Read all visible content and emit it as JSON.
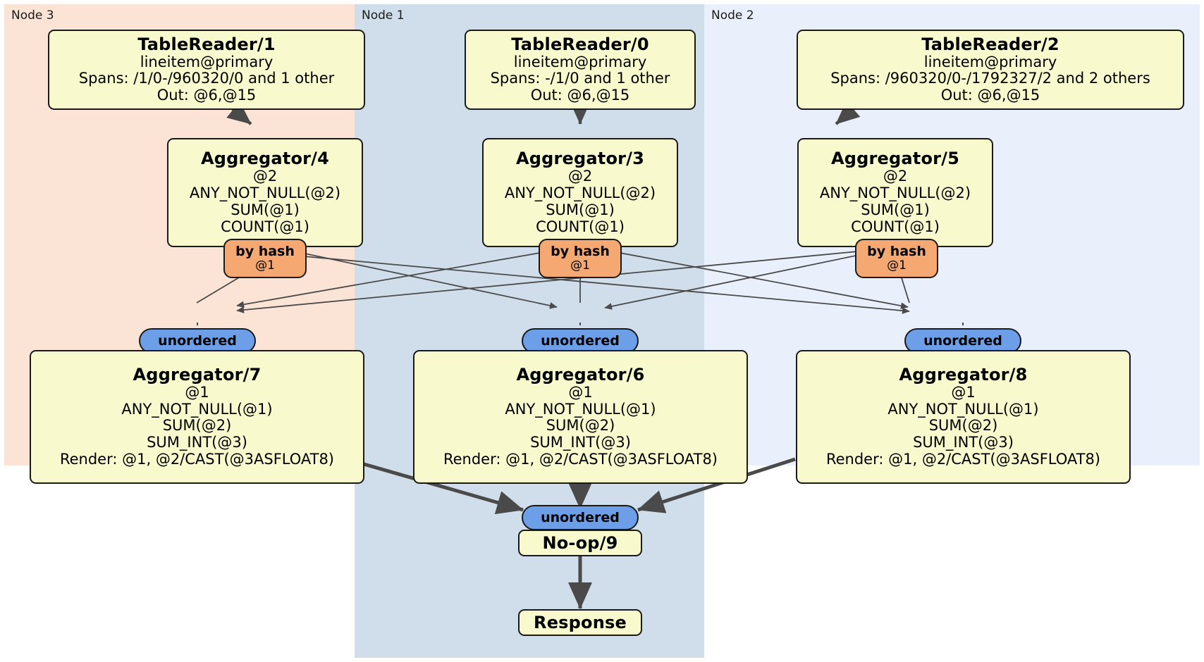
{
  "diagram": {
    "type": "distributed-query-plan",
    "title": "DistSQL physical plan",
    "colors": {
      "node3_panel": "#fbe3d6",
      "node1_panel": "#cfdeea",
      "node2_panel": "#eaf0fb",
      "processor_fill": "#f9f9ce",
      "router_hash_fill": "#f5a871",
      "stream_unordered_fill": "#6c9fe8",
      "border": "#1a1a1a",
      "edge_thin": "#4a4a4a",
      "edge_thick": "#4a4a4a"
    }
  },
  "panels": [
    {
      "id": "node3",
      "label": "Node 3"
    },
    {
      "id": "node1",
      "label": "Node 1"
    },
    {
      "id": "node2",
      "label": "Node 2"
    }
  ],
  "processors": {
    "tablereader1": {
      "title": "TableReader/1",
      "lines": [
        "lineitem@primary",
        "Spans: /1/0-/960320/0 and 1 other",
        "Out: @6,@15"
      ]
    },
    "tablereader0": {
      "title": "TableReader/0",
      "lines": [
        "lineitem@primary",
        "Spans: -/1/0 and 1 other",
        "Out: @6,@15"
      ]
    },
    "tablereader2": {
      "title": "TableReader/2",
      "lines": [
        "lineitem@primary",
        "Spans: /960320/0-/1792327/2 and 2 others",
        "Out: @6,@15"
      ]
    },
    "aggregator4": {
      "title": "Aggregator/4",
      "lines": [
        "@2",
        "ANY_NOT_NULL(@2)",
        "SUM(@1)",
        "COUNT(@1)"
      ]
    },
    "aggregator3": {
      "title": "Aggregator/3",
      "lines": [
        "@2",
        "ANY_NOT_NULL(@2)",
        "SUM(@1)",
        "COUNT(@1)"
      ]
    },
    "aggregator5": {
      "title": "Aggregator/5",
      "lines": [
        "@2",
        "ANY_NOT_NULL(@2)",
        "SUM(@1)",
        "COUNT(@1)"
      ]
    },
    "aggregator7": {
      "title": "Aggregator/7",
      "lines": [
        "@1",
        "ANY_NOT_NULL(@1)",
        "SUM(@2)",
        "SUM_INT(@3)",
        "Render: @1, @2/CAST(@3ASFLOAT8)"
      ]
    },
    "aggregator6": {
      "title": "Aggregator/6",
      "lines": [
        "@1",
        "ANY_NOT_NULL(@1)",
        "SUM(@2)",
        "SUM_INT(@3)",
        "Render: @1, @2/CAST(@3ASFLOAT8)"
      ]
    },
    "aggregator8": {
      "title": "Aggregator/8",
      "lines": [
        "@1",
        "ANY_NOT_NULL(@1)",
        "SUM(@2)",
        "SUM_INT(@3)",
        "Render: @1, @2/CAST(@3ASFLOAT8)"
      ]
    },
    "noop9": {
      "title": "No-op/9",
      "lines": []
    },
    "response": {
      "title": "Response",
      "lines": []
    }
  },
  "routers": {
    "hash_left": {
      "label": "by hash",
      "column": "@1"
    },
    "hash_center": {
      "label": "by hash",
      "column": "@1"
    },
    "hash_right": {
      "label": "by hash",
      "column": "@1"
    }
  },
  "streams": {
    "unordered_left": {
      "label": "unordered"
    },
    "unordered_center": {
      "label": "unordered"
    },
    "unordered_right": {
      "label": "unordered"
    },
    "unordered_final": {
      "label": "unordered"
    }
  }
}
